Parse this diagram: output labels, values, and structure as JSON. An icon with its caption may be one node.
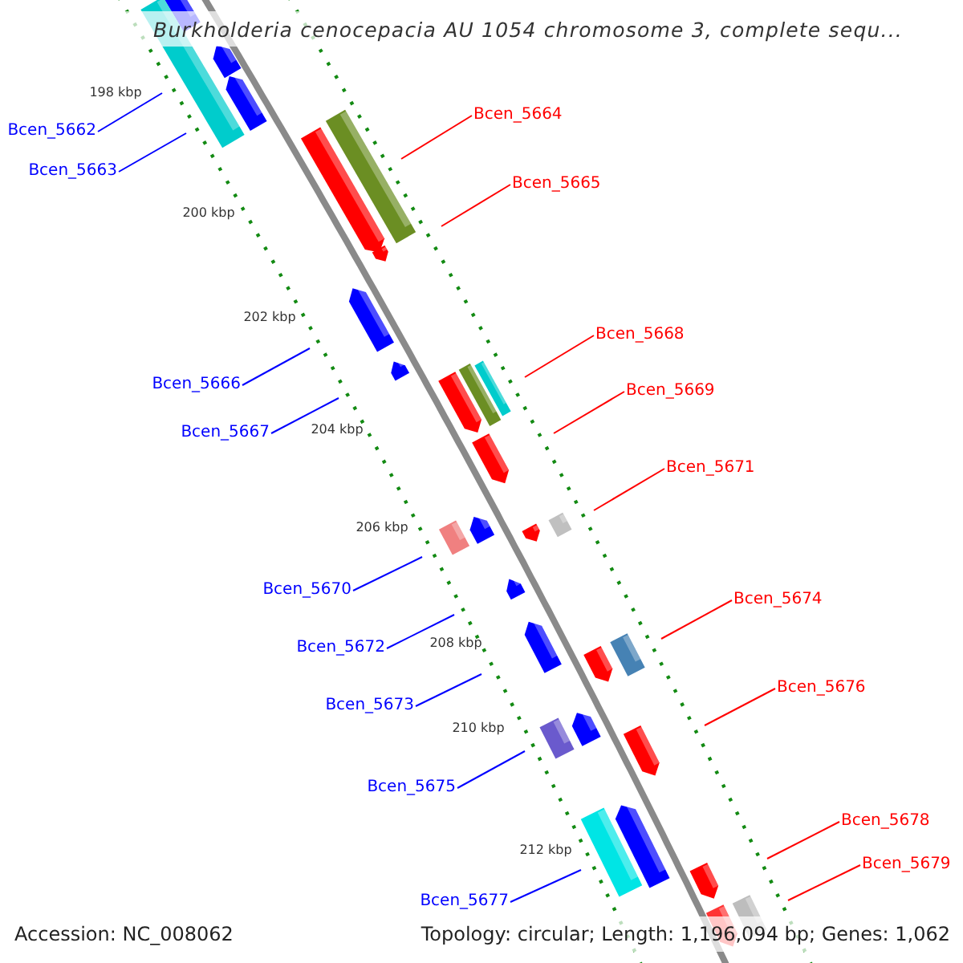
{
  "diagram": {
    "title": "Burkholderia cenocepacia AU 1054 chromosome 3, complete sequ...",
    "nodes": [
      {
        "text": [
          "Bcen_5662"
        ]
      },
      {
        "text": [
          "Bcen_5663"
        ]
      },
      {
        "text": [
          "Bcen_5664"
        ]
      },
      {
        "text": [
          "Bcen_5665"
        ]
      },
      {
        "text": [
          "Bcen_5666"
        ]
      },
      {
        "text": [
          "Bcen_5667"
        ]
      },
      {
        "text": [
          "Bcen_5668"
        ]
      },
      {
        "text": [
          "Bcen_5669"
        ]
      },
      {
        "text": [
          "Bcen_5670"
        ]
      },
      {
        "text": [
          "Bcen_5671"
        ]
      },
      {
        "text": [
          "Bcen_5672"
        ]
      },
      {
        "text": [
          "Bcen_5673"
        ]
      },
      {
        "text": [
          "Bcen_5674"
        ]
      },
      {
        "text": [
          "Bcen_5675"
        ]
      },
      {
        "text": [
          "Bcen_5676"
        ]
      },
      {
        "text": [
          "Bcen_5677"
        ]
      },
      {
        "text": [
          "Bcen_5678"
        ]
      },
      {
        "text": [
          "Bcen_5679"
        ]
      }
    ],
    "edges": [
      {
        "from": 0,
        "to": null,
        "arrow": "none",
        "color": "#0000ff"
      },
      {
        "from": 1,
        "to": null,
        "arrow": "none",
        "color": "#0000ff"
      },
      {
        "from": 2,
        "to": null,
        "arrow": "none",
        "color": "#ff0000"
      },
      {
        "from": 3,
        "to": null,
        "arrow": "none",
        "color": "#ff0000"
      },
      {
        "from": 4,
        "to": null,
        "arrow": "none",
        "color": "#0000ff"
      },
      {
        "from": 5,
        "to": null,
        "arrow": "none",
        "color": "#0000ff"
      },
      {
        "from": 6,
        "to": null,
        "arrow": "none",
        "color": "#ff0000"
      },
      {
        "from": 7,
        "to": null,
        "arrow": "none",
        "color": "#ff0000"
      },
      {
        "from": 8,
        "to": null,
        "arrow": "none",
        "color": "#0000ff"
      },
      {
        "from": 9,
        "to": null,
        "arrow": "none",
        "color": "#ff0000"
      },
      {
        "from": 10,
        "to": null,
        "arrow": "none",
        "color": "#0000ff"
      },
      {
        "from": 11,
        "to": null,
        "arrow": "none",
        "color": "#0000ff"
      },
      {
        "from": 12,
        "to": null,
        "arrow": "none",
        "color": "#ff0000"
      },
      {
        "from": 13,
        "to": null,
        "arrow": "none",
        "color": "#0000ff"
      },
      {
        "from": 14,
        "to": null,
        "arrow": "none",
        "color": "#ff0000"
      },
      {
        "from": 15,
        "to": null,
        "arrow": "none",
        "color": "#0000ff"
      },
      {
        "from": 16,
        "to": null,
        "arrow": "none",
        "color": "#ff0000"
      },
      {
        "from": 17,
        "to": null,
        "arrow": "none",
        "color": "#ff0000"
      }
    ],
    "labels": [
      "198 kbp",
      "200 kbp",
      "202 kbp",
      "204 kbp",
      "206 kbp",
      "208 kbp",
      "210 kbp",
      "212 kbp",
      "Accession: NC_008062",
      "Topology: circular; Length: 1,196,094 bp; Genes: 1,062"
    ]
  }
}
